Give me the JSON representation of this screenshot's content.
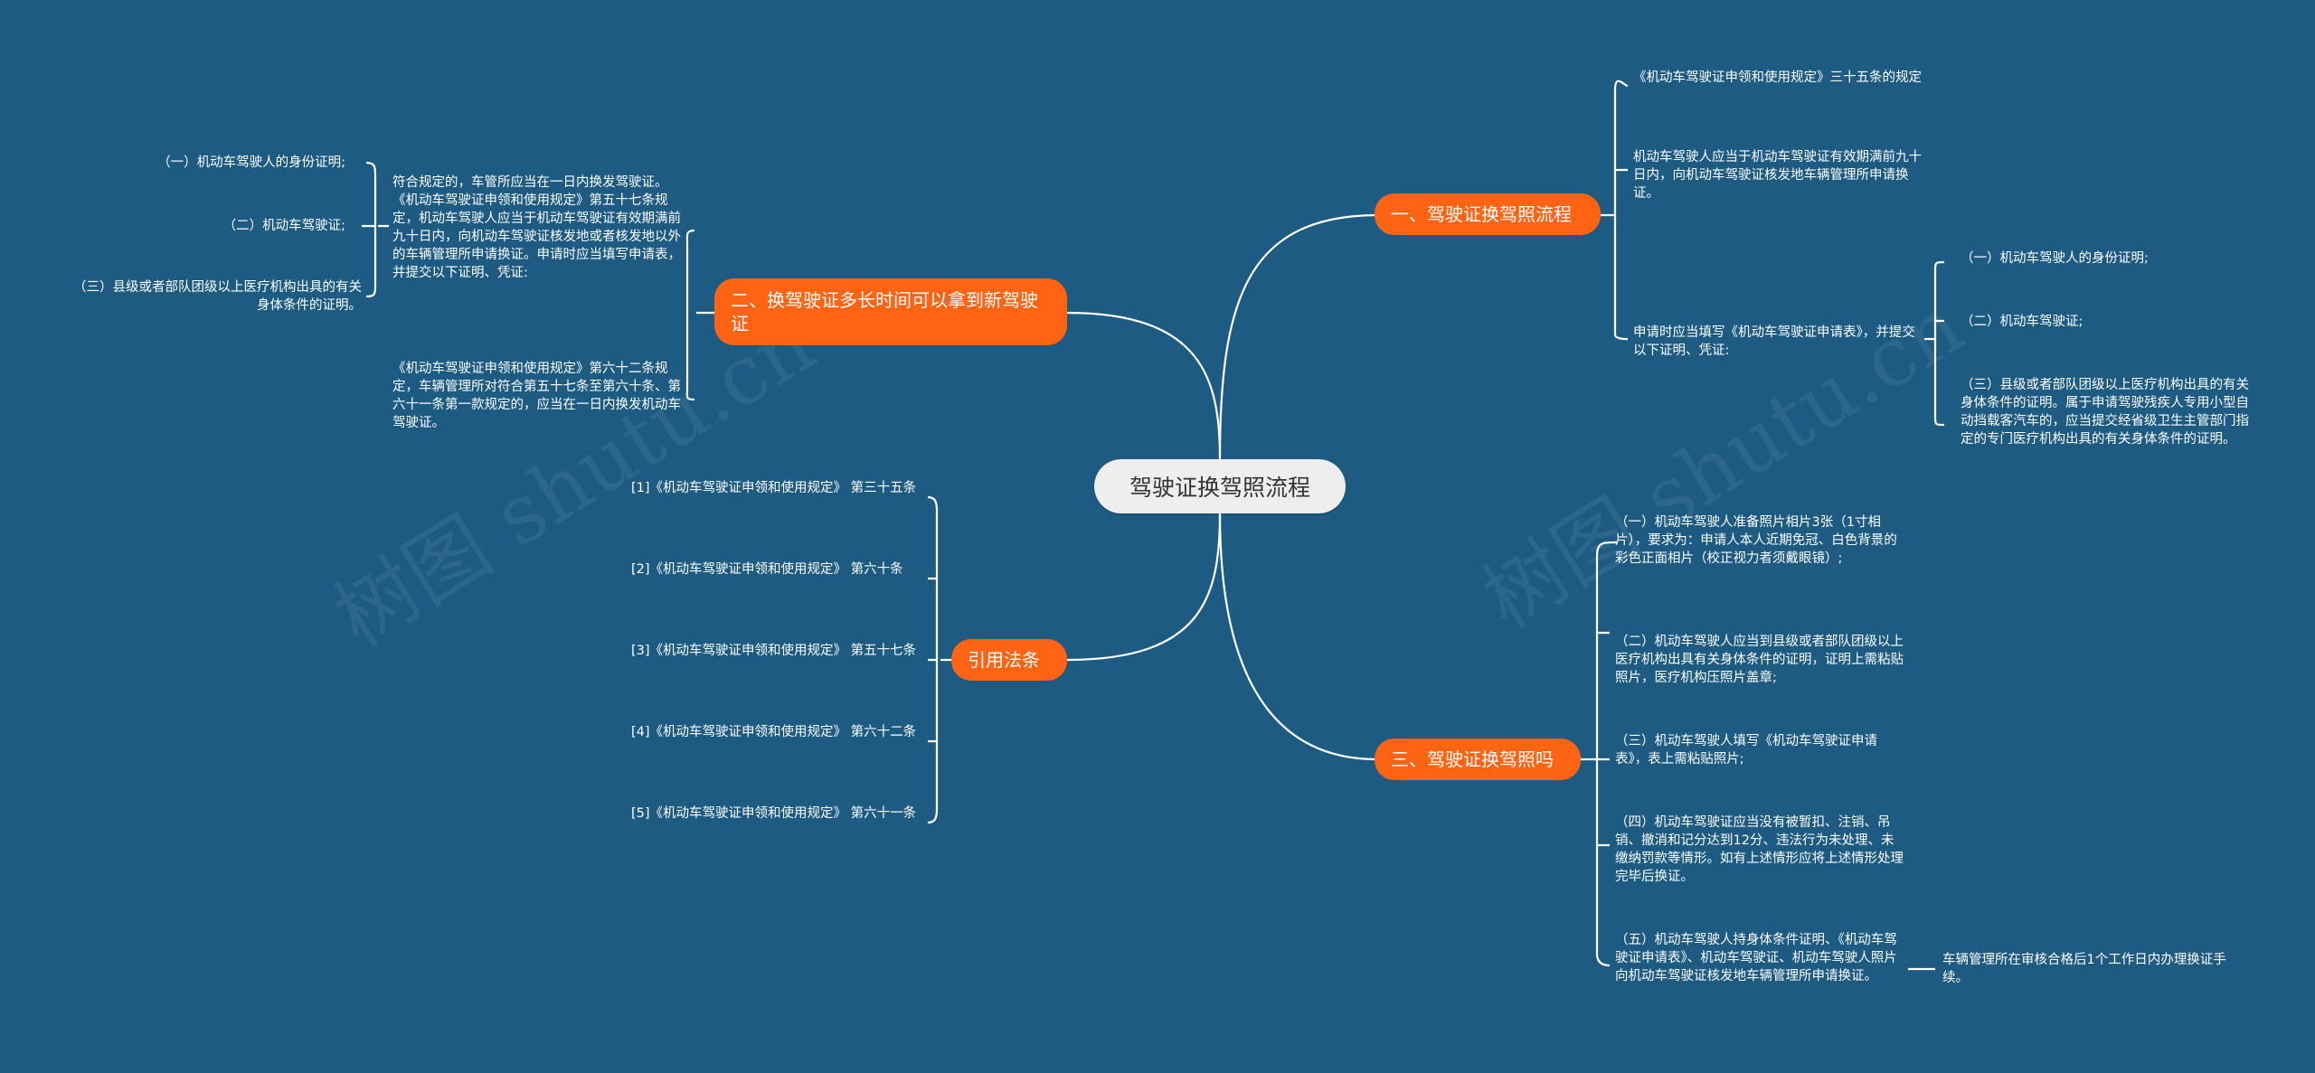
{
  "watermark": "树图 shutu.cn",
  "root": {
    "label": "驾驶证换驾照流程"
  },
  "branch1": {
    "label": "一、驾驶证换驾照流程",
    "items": [
      "《机动车驾驶证申领和使用规定》三十五条的规定",
      "机动车驾驶人应当于机动车驾驶证有效期满前九十日内，向机动车驾驶证核发地车辆管理所申请换证。",
      "申请时应当填写《机动车驾驶证申请表》，并提交以下证明、凭证:"
    ],
    "sub": [
      "（一）机动车驾驶人的身份证明;",
      "（二）机动车驾驶证;",
      "（三）县级或者部队团级以上医疗机构出具的有关身体条件的证明。属于申请驾驶残疾人专用小型自动挡载客汽车的，应当提交经省级卫生主管部门指定的专门医疗机构出具的有关身体条件的证明。"
    ]
  },
  "branch2": {
    "label": "二、换驾驶证多长时间可以拿到新驾驶证",
    "items": [
      "符合规定的，车管所应当在一日内换发驾驶证。《机动车驾驶证申领和使用规定》第五十七条规定，机动车驾驶人应当于机动车驾驶证有效期满前九十日内，向机动车驾驶证核发地或者核发地以外的车辆管理所申请换证。申请时应当填写申请表，并提交以下证明、凭证:",
      "《机动车驾驶证申领和使用规定》第六十二条规定，车辆管理所对符合第五十七条至第六十条、第六十一条第一款规定的，应当在一日内换发机动车驾驶证。"
    ],
    "sub": [
      "（一）机动车驾驶人的身份证明;",
      "（二）机动车驾驶证;",
      "（三）县级或者部队团级以上医疗机构出具的有关身体条件的证明。"
    ]
  },
  "branch3": {
    "label": "三、驾驶证换驾照吗",
    "items": [
      "（一）机动车驾驶人准备照片相片3张（1寸相片），要求为：申请人本人近期免冠、白色背景的彩色正面相片（校正视力者须戴眼镜）;",
      "（二）机动车驾驶人应当到县级或者部队团级以上医疗机构出具有关身体条件的证明，证明上需粘贴照片，医疗机构压照片盖章;",
      "（三）机动车驾驶人填写《机动车驾驶证申请表》，表上需粘贴照片;",
      "（四）机动车驾驶证应当没有被暂扣、注销、吊销、撤消和记分达到12分、违法行为未处理、未缴纳罚款等情形。如有上述情形应将上述情形处理完毕后换证。",
      "（五）机动车驾驶人持身体条件证明、《机动车驾驶证申请表》、机动车驾驶证、机动车驾驶人照片向机动车驾驶证核发地车辆管理所申请换证。"
    ],
    "sub": [
      "车辆管理所在审核合格后1个工作日内办理换证手续。"
    ]
  },
  "branch4": {
    "label": "引用法条",
    "items": [
      "[1]《机动车驾驶证申领和使用规定》 第三十五条",
      "[2]《机动车驾驶证申领和使用规定》 第六十条",
      "[3]《机动车驾驶证申领和使用规定》 第五十七条",
      "[4]《机动车驾驶证申领和使用规定》 第六十二条",
      "[5]《机动车驾驶证申领和使用规定》 第六十一条"
    ]
  }
}
